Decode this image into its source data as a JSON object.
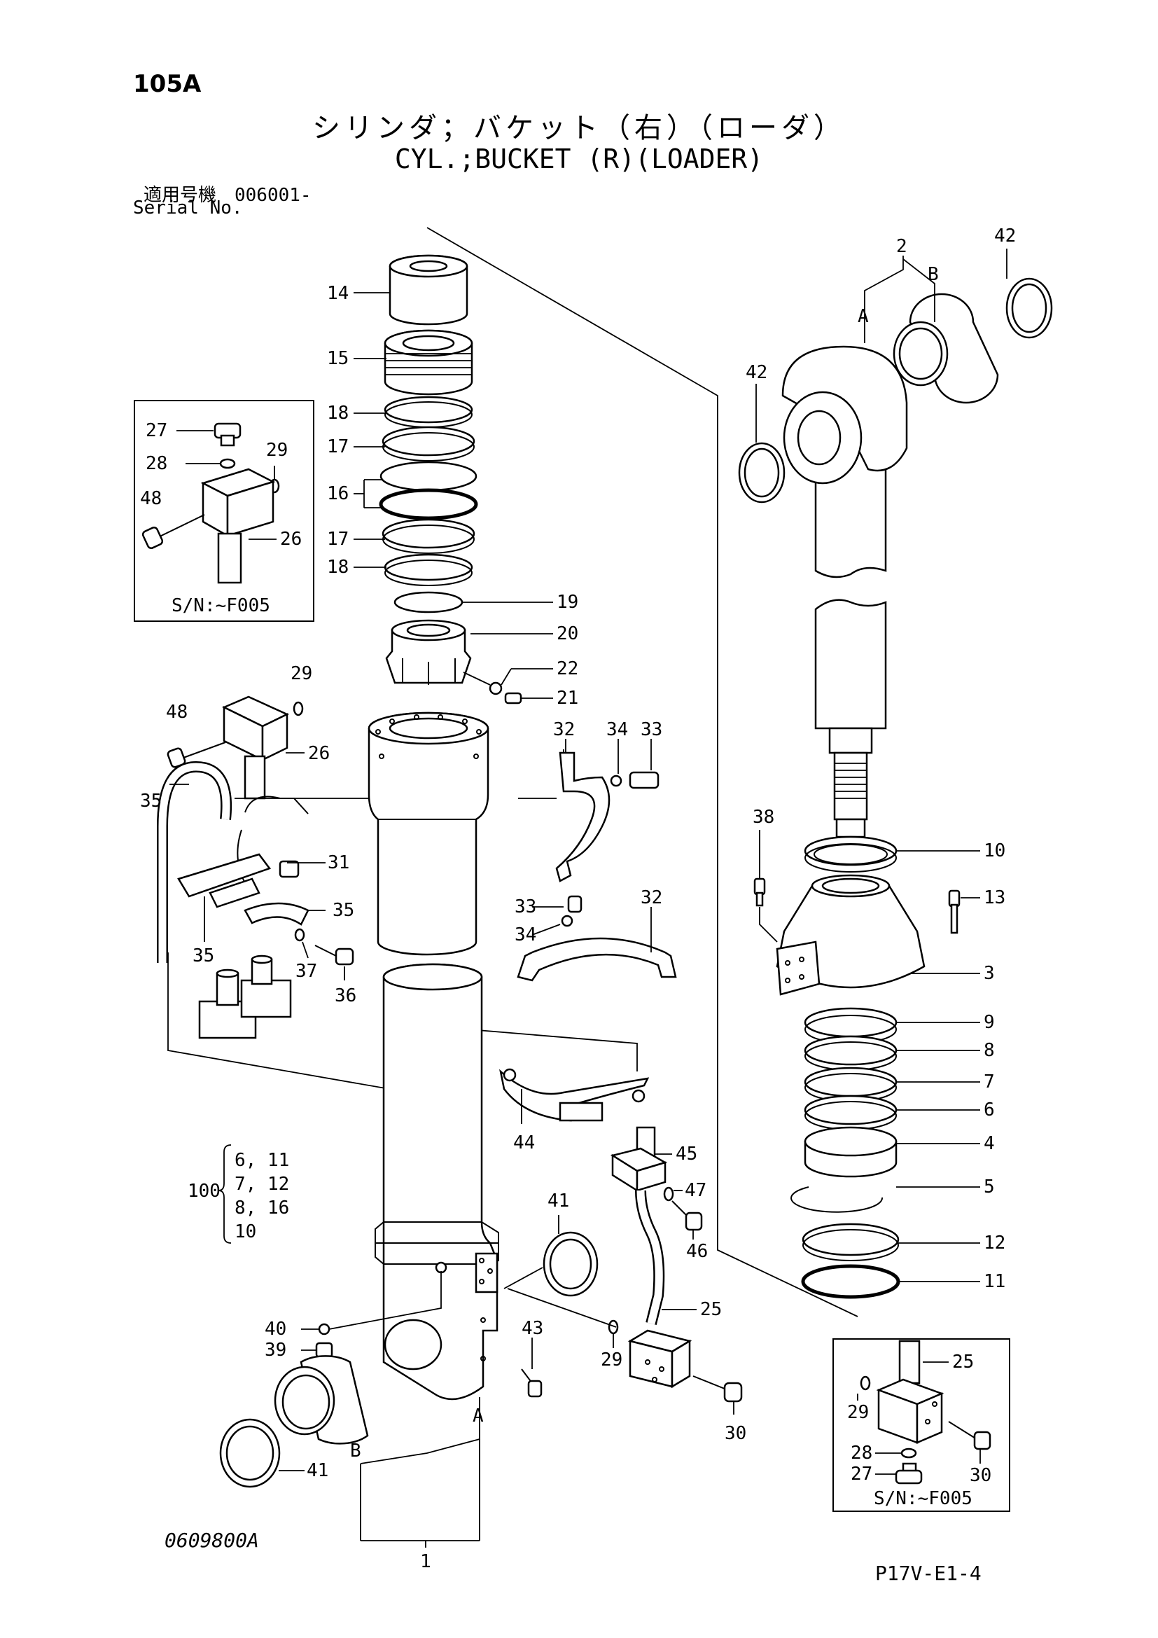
{
  "header": {
    "page_no": "105A",
    "title_jp": "シリンダ；バケット（右）（ローダ）",
    "title_en": "CYL.;BUCKET (R)(LOADER)",
    "serial_label_jp": "適用号機　006001-",
    "serial_label_en": "Serial No."
  },
  "footer": {
    "drawing_no": "0609800A",
    "sheet_no": "P17V-E1-4"
  },
  "inset_top_left": {
    "caption": "S/N:~F005",
    "callouts": [
      "27",
      "28",
      "29",
      "48",
      "26"
    ]
  },
  "inset_bottom_right": {
    "caption": "S/N:~F005",
    "callouts": [
      "25",
      "29",
      "28",
      "27",
      "30"
    ]
  },
  "kit": {
    "number": "100",
    "items": [
      "6, 11",
      "7, 12",
      "8, 16",
      "10"
    ]
  },
  "callouts": {
    "c14": "14",
    "c15": "15",
    "c18a": "18",
    "c17a": "17",
    "c16": "16",
    "c17b": "17",
    "c18b": "18",
    "c19": "19",
    "c20": "20",
    "c22": "22",
    "c21": "21",
    "c29": "29",
    "c48": "48",
    "c26": "26",
    "c32a": "32",
    "c34a": "34",
    "c33a": "33",
    "c35a": "35",
    "c31": "31",
    "c35b": "35",
    "c35c": "35",
    "c37": "37",
    "c36": "36",
    "c33b": "33",
    "c34b": "34",
    "c32b": "32",
    "c44": "44",
    "c45": "45",
    "c47": "47",
    "c46": "46",
    "c41a": "41",
    "c40": "40",
    "c39": "39",
    "c43": "43",
    "c29b": "29",
    "c25": "25",
    "c30": "30",
    "cA": "A",
    "cB": "B",
    "c1": "1",
    "c41b": "41",
    "c2": "2",
    "c2A": "A",
    "c2B": "B",
    "c42a": "42",
    "c42b": "42",
    "c38": "38",
    "c10": "10",
    "c13": "13",
    "c3": "3",
    "c9": "9",
    "c8": "8",
    "c7": "7",
    "c6": "6",
    "c4": "4",
    "c5": "5",
    "c12": "12",
    "c11": "11"
  }
}
